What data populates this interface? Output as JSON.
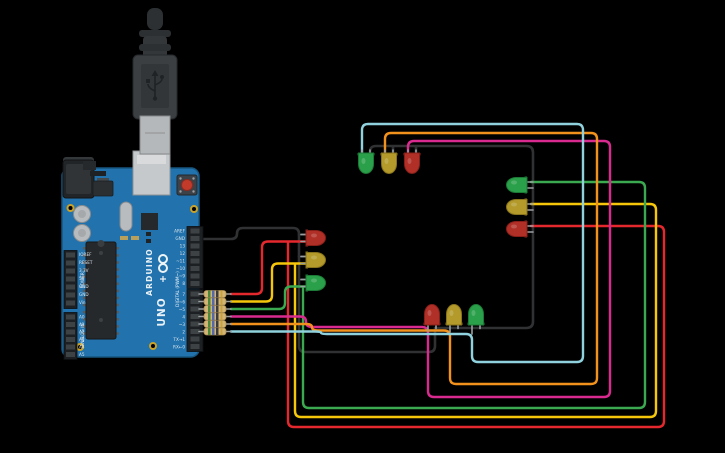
{
  "canvas": {
    "bg": "#000000"
  },
  "arduino": {
    "board_color": "#2172ad",
    "board_edge": "#17567f",
    "logo": "ARDUINO",
    "model": "UNO",
    "digital_label": "DIGITAL (PWM~)",
    "power_label": "POWER",
    "analog_label": "ANALOG IN",
    "digital_pins_top": [
      "AREF",
      "GND",
      "13",
      "12",
      "~11",
      "~10",
      "~9",
      "8"
    ],
    "digital_pins_bottom": [
      "7",
      "~6",
      "~5",
      "4",
      "~3",
      "2",
      "TX→1",
      "RX←0"
    ],
    "power_pins": [
      "IOREF",
      "RESET",
      "3.3V",
      "5V",
      "GND",
      "GND",
      "Vin"
    ],
    "analog_pins": [
      "A0",
      "A1",
      "A2",
      "A3",
      "A4",
      "A5"
    ]
  },
  "colors": {
    "wire_red": "#e5282d",
    "wire_yellow": "#f5c60a",
    "wire_green": "#3aa94f",
    "wire_magenta": "#d92a8f",
    "wire_orange": "#f2921d",
    "wire_cyan": "#8fd2de",
    "wire_ground": "#303133",
    "led_red": "#b03028",
    "led_yellow": "#b39a2a",
    "led_green": "#2ba04a",
    "resistor_body": "#d2b576"
  },
  "components": {
    "usb_cable": "USB cable",
    "resistor_count": 6,
    "led_groups": {
      "west": [
        "red",
        "yellow",
        "green"
      ],
      "north": [
        "green",
        "yellow",
        "red"
      ],
      "east": [
        "green",
        "yellow",
        "red"
      ],
      "south": [
        "red",
        "yellow",
        "green"
      ]
    }
  }
}
